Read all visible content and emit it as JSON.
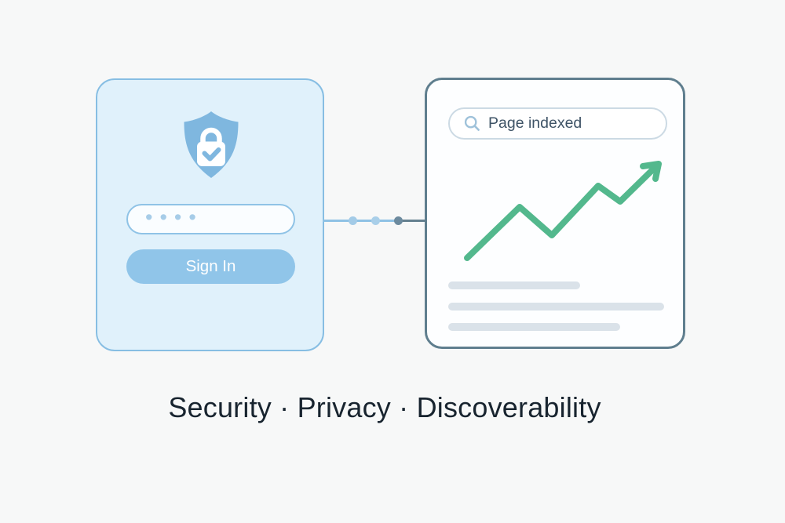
{
  "tagline": {
    "text": "Security · Privacy · Discoverability",
    "items": [
      "Security",
      "Privacy",
      "Discoverability"
    ],
    "separator": "·"
  },
  "left_card": {
    "name": "sign-in-card",
    "shield_icon": "shield-lock-check-icon",
    "password_mask": "••••",
    "password_dot_count": 4,
    "sign_in_label": "Sign In"
  },
  "connector": {
    "dot_count": 3,
    "style": "horizontal line with three dots"
  },
  "right_card": {
    "name": "search-indexing-card",
    "search_icon": "magnifier-icon",
    "search_text": "Page indexed",
    "trend_icon": "trend-up-arrow-icon",
    "skeleton_line_count": 3
  },
  "colors": {
    "page_background": "#f7f8f8",
    "left_card_fill": "#e0f1fb",
    "left_card_border": "#87bee3",
    "shield_blue": "#7fb7df",
    "field_border": "#8fc3e6",
    "password_dots": "#a6cce8",
    "sign_in_button": "#90c5e9",
    "sign_in_text": "#ffffff",
    "right_card_border": "#5f7e8e",
    "search_bar_border": "#ccdae4",
    "search_text": "#3e5366",
    "search_icon": "#9fc2da",
    "trend_green": "#53b88d",
    "skeleton_gray": "#dae2e9",
    "connector_light": "#8fc2e5",
    "connector_dark": "#64808f",
    "tagline_text": "#18242f"
  }
}
